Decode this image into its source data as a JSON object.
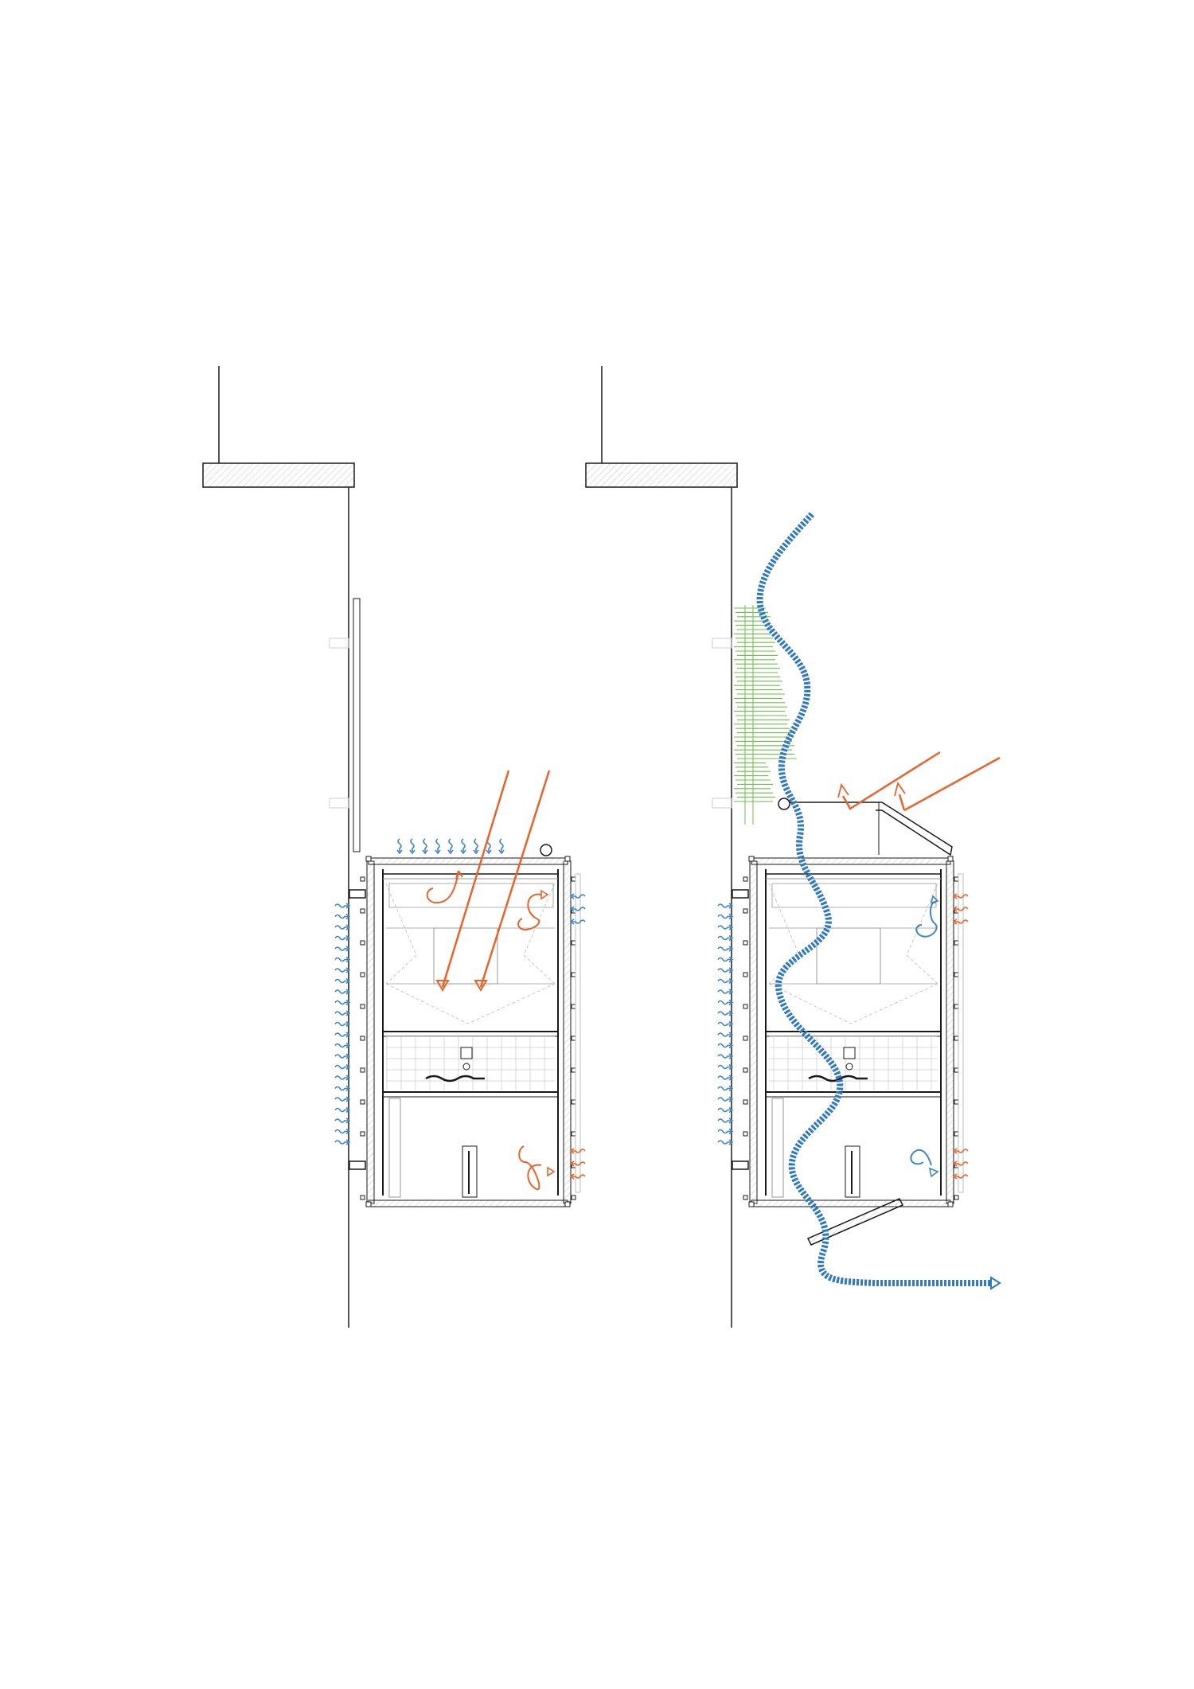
{
  "colors": {
    "line": "#1a1a1a",
    "thin": "#9a9a9a",
    "hatch": "#bdbdbd",
    "heat": "#e8642a",
    "cool": "#3f86c9",
    "air": "#2f78c4",
    "vegetation": "#6cbf4a"
  },
  "diagrams": [
    {
      "id": "summer",
      "elements": [
        "solar-rays",
        "heat-loops",
        "cool-wavy-arrows",
        "roof-cool-arrows"
      ]
    },
    {
      "id": "winter",
      "elements": [
        "airflow-path",
        "vegetation-screen",
        "reflected-rays",
        "canopy",
        "cool-loops",
        "heat-wavy-arrows"
      ]
    }
  ]
}
